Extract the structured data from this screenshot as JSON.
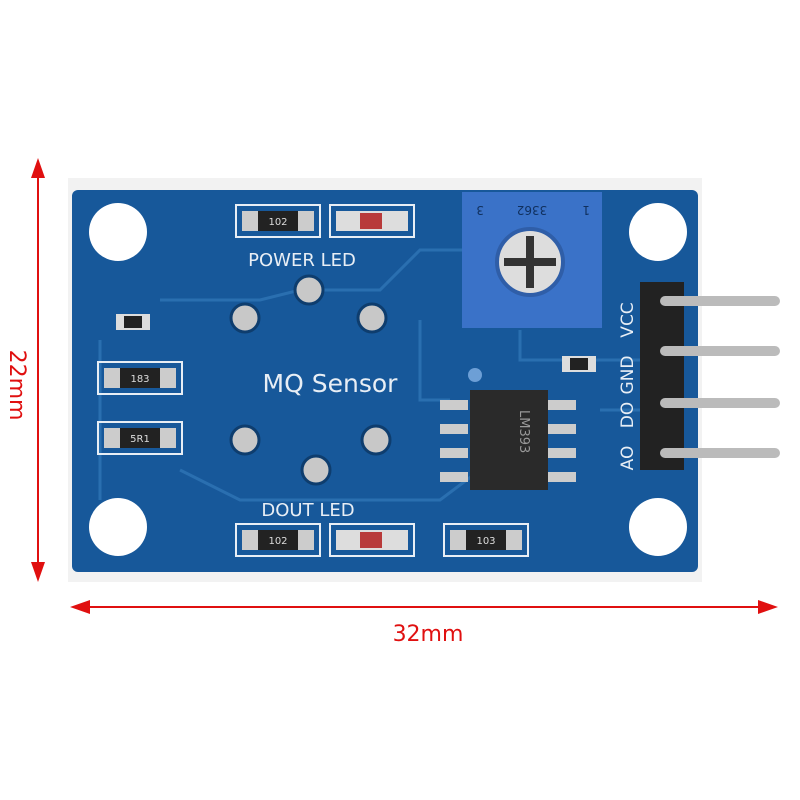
{
  "dimensions": {
    "height": "22mm",
    "width": "32mm"
  },
  "board": {
    "title": "MQ Sensor",
    "power_led_label": "POWER LED",
    "dout_led_label": "DOUT LED",
    "pins": [
      "VCC",
      "GND",
      "DO",
      "AO"
    ],
    "resistors": [
      "102",
      "183",
      "5R1",
      "102",
      "103"
    ],
    "potentiometer": {
      "model": "3362",
      "left_mark": "3",
      "right_mark": "1"
    },
    "chip": "LM393"
  },
  "colors": {
    "pcb": "#17589a",
    "dimension": "#e01010",
    "pot": "#3a72c8"
  }
}
